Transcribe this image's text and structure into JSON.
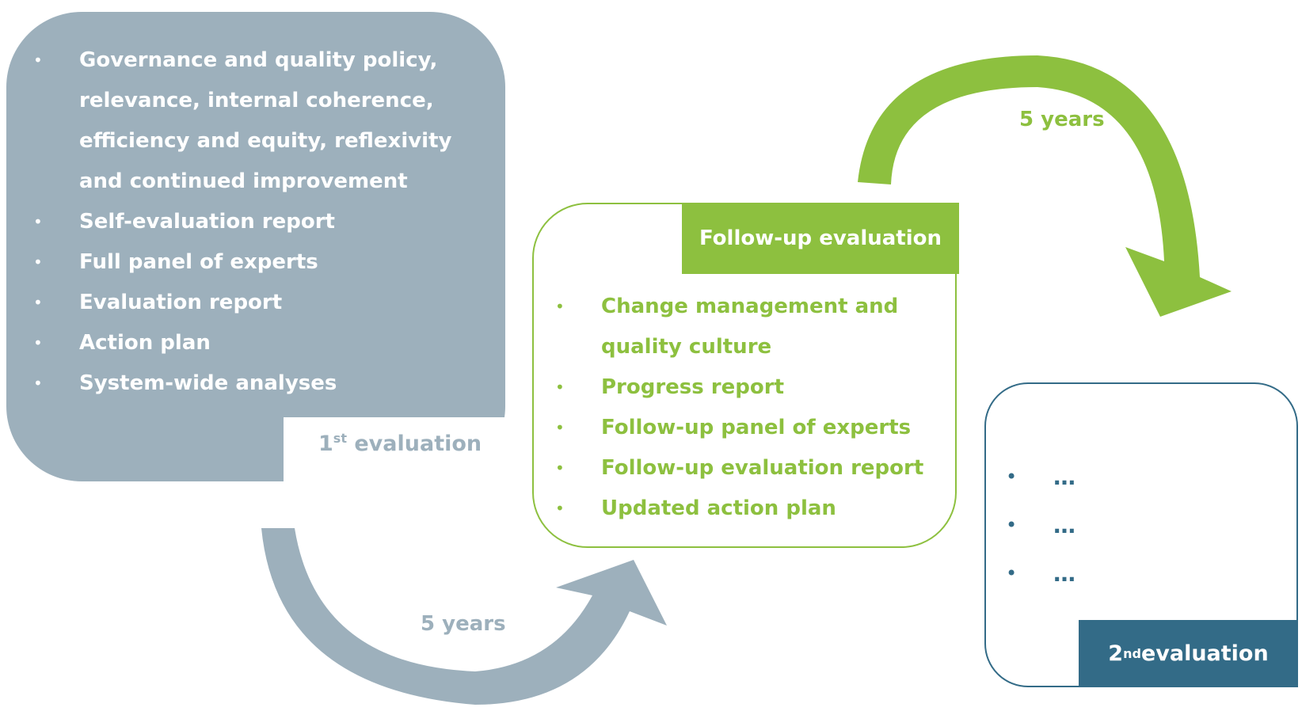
{
  "first_evaluation": {
    "items": [
      "Governance and quality policy, relevance, internal coherence, efficiency and equity, reflexivity and continued improvement",
      "Self-evaluation report",
      "Full panel of experts",
      "Evaluation report",
      "Action plan",
      "System-wide analyses"
    ],
    "label_number": "1",
    "label_suffix": "st",
    "label_text": " evaluation"
  },
  "follow_up_evaluation": {
    "title": "Follow-up evaluation",
    "items": [
      "Change management and quality culture",
      "Progress report",
      "Follow-up panel of experts",
      "Follow-up evaluation report",
      "Updated action plan"
    ]
  },
  "second_evaluation": {
    "items": [
      "…",
      "…",
      "…"
    ],
    "label_number": "2",
    "label_suffix": "nd",
    "label_text": " evaluation"
  },
  "arrows": {
    "first_to_followup": "5 years",
    "followup_to_second": "5 years"
  },
  "colors": {
    "grey_blue": "#9db0bc",
    "green": "#8dc03f",
    "dark_blue": "#336b87"
  }
}
